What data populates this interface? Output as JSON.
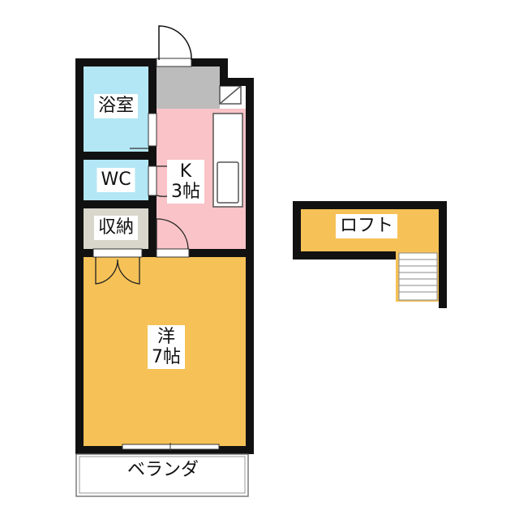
{
  "rooms": {
    "bath": {
      "label": "浴室",
      "color": "#b3e7f5"
    },
    "wc": {
      "label": "WC",
      "color": "#b3e7f5"
    },
    "closet": {
      "label": "収納",
      "color": "#d9d6cb"
    },
    "kitchen": {
      "label_line1": "K",
      "label_line2": "3帖",
      "color": "#f9c3c7"
    },
    "western": {
      "label_line1": "洋",
      "label_line2": "7帖",
      "color": "#f6c257"
    },
    "balcony": {
      "label": "ベランダ"
    },
    "loft": {
      "label": "ロフト",
      "color": "#f6c257"
    }
  },
  "colors": {
    "wall": "#111111",
    "entry_floor": "#bcbcbc"
  }
}
